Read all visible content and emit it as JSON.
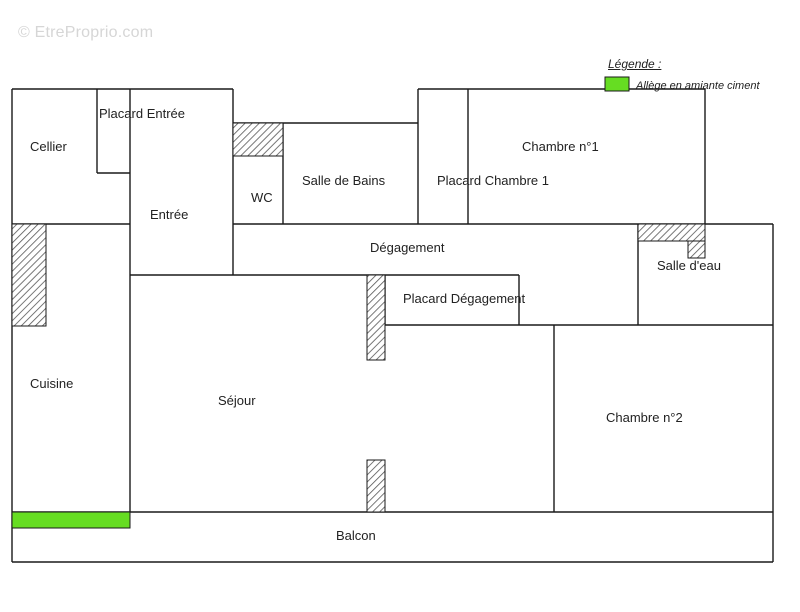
{
  "watermark": "© EtreProprio.com",
  "legend": {
    "title": "Légende :",
    "item_label": "Allège  en amiante ciment",
    "item_color": "#66dd22"
  },
  "rooms": {
    "cellier": "Cellier",
    "placard_entree": "Placard Entrée",
    "entree": "Entrée",
    "wc": "WC",
    "salle_de_bains": "Salle de Bains",
    "placard_chambre_1": "Placard Chambre 1",
    "chambre_1": "Chambre n°1",
    "degagement": "Dégagement",
    "salle_deau": "Salle d'eau",
    "placard_degagement": "Placard Dégagement",
    "cuisine": "Cuisine",
    "sejour": "Séjour",
    "chambre_2": "Chambre n°2",
    "balcon": "Balcon"
  },
  "colors": {
    "wall": "#1a1a1a",
    "hatch": "#555555",
    "asbestos": "#66dd22"
  }
}
